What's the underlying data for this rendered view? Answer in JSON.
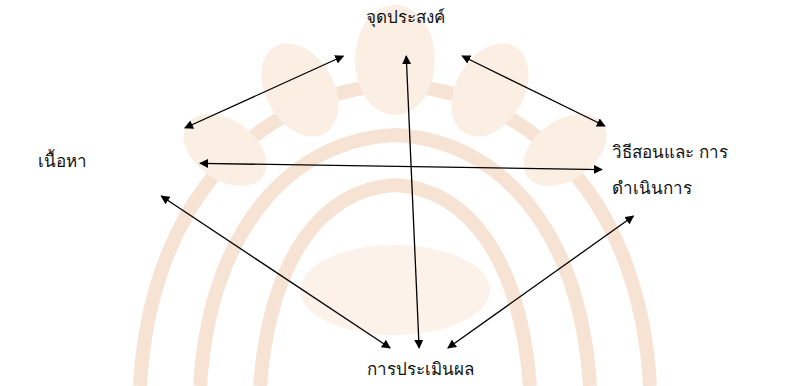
{
  "diagram": {
    "nodes": [
      {
        "text": [
          "จุดประสงค์"
        ]
      },
      {
        "text": [
          "เนื้อหา"
        ]
      },
      {
        "text": [
          "วิธีสอนและ การดำเนินการ"
        ]
      },
      {
        "text": [
          "การประเมินผล"
        ]
      }
    ],
    "edges": [
      {
        "from": 0,
        "to": 1,
        "arrow": "both"
      },
      {
        "from": 0,
        "to": 2,
        "arrow": "both"
      },
      {
        "from": 0,
        "to": 3,
        "arrow": "both"
      },
      {
        "from": 1,
        "to": 2,
        "arrow": "both"
      },
      {
        "from": 1,
        "to": 3,
        "arrow": "both"
      },
      {
        "from": 2,
        "to": 3,
        "arrow": "both"
      }
    ]
  }
}
